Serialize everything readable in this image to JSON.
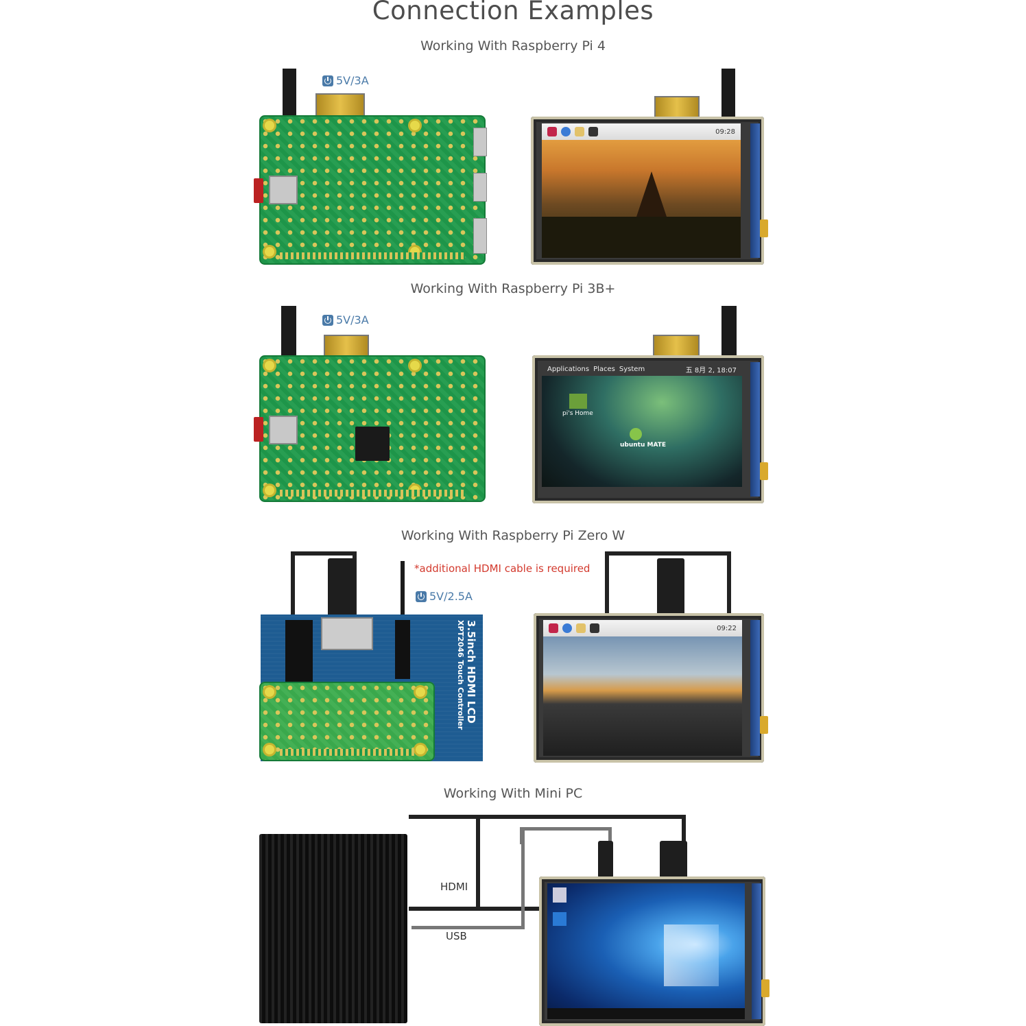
{
  "title": "Connection Examples",
  "sections": [
    {
      "heading": "Working With Raspberry Pi 4",
      "power": "5V/3A",
      "lcd_time": "09:28"
    },
    {
      "heading": "Working With Raspberry Pi 3B+",
      "power": "5V/3A",
      "lcd_menu": [
        "Applications",
        "Places",
        "System"
      ],
      "lcd_clock": "五 8月 2, 18:07",
      "desktop_icon": "pi's Home",
      "desktop_logo": "ubuntu MATE"
    },
    {
      "heading": "Working With Raspberry Pi Zero W",
      "power": "5V/2.5A",
      "note": "*additional HDMI cable is required",
      "lcd_time": "09:22",
      "hat_label": "3.5inch HDMI LCD",
      "hat_sublabel": "XPT2046 Touch Controller"
    },
    {
      "heading": "Working With Mini PC",
      "ports": [
        "HDMI",
        "USB"
      ]
    }
  ],
  "colors": {
    "note": "#d33a2e",
    "power": "#4a7aa8",
    "pcb": "#1f9a4b",
    "hat": "#1e5c92"
  }
}
